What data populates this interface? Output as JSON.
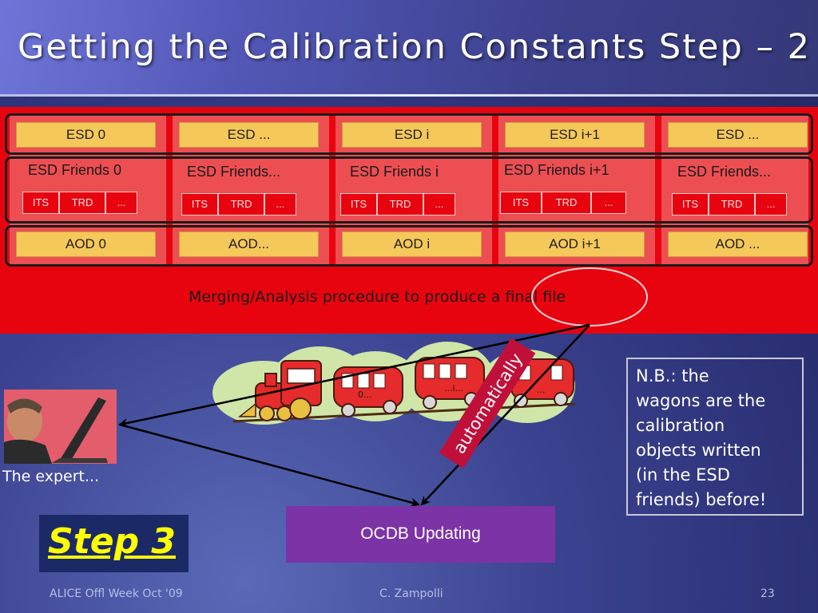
{
  "slide": {
    "title": "Getting the Calibration Constants Step – 2",
    "esd_row": [
      "ESD 0",
      "ESD ...",
      "ESD i",
      "ESD i+1",
      "ESD ..."
    ],
    "friends_row": [
      "ESD Friends 0",
      "ESD Friends...",
      "ESD Friends i",
      "ESD Friends i+1",
      "ESD Friends..."
    ],
    "detectors": [
      "ITS",
      "TRD",
      "..."
    ],
    "aod_row": [
      "AOD 0",
      "AOD...",
      "AOD i",
      "AOD i+1",
      "AOD ..."
    ],
    "merge_text": "Merging/Analysis procedure to produce a final file",
    "automatically": "automatically",
    "nb_lines": [
      "N.B.: the",
      "wagons are the",
      "calibration",
      "objects written",
      "(in the ESD",
      "friends) before!"
    ],
    "expert_caption": "The expert...",
    "step_label": "Step 3",
    "ocdb_label": "OCDB Updating",
    "train_labels": [
      "0...",
      "...i...",
      "..."
    ]
  },
  "footer": {
    "left": "ALICE Offl Week Oct '09",
    "center": "C. Zampolli",
    "page": "23"
  },
  "colors": {
    "red_band": "#e8040f",
    "cell": "#f5c85a",
    "ocdb": "#7b33a6",
    "step_text": "#ffff00"
  }
}
